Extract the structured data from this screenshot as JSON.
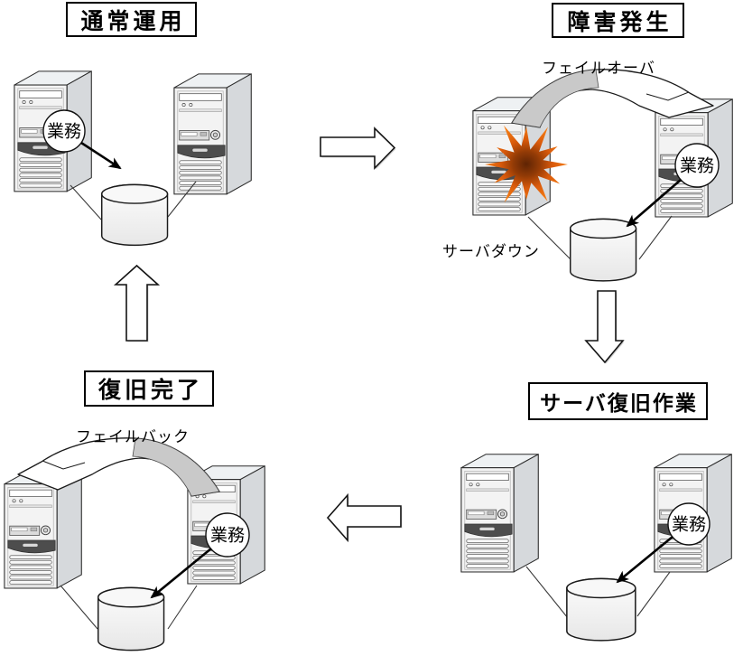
{
  "stage_titles": {
    "normal_operation": "通常運用",
    "failure_occurred": "障害発生",
    "server_recovery": "サーバ復旧作業",
    "recovery_complete": "復旧完了"
  },
  "annotations": {
    "failover": "フェイルオーバ",
    "server_down": "サーバダウン",
    "failback": "フェイルバック"
  },
  "badge": {
    "task": "業務"
  },
  "colors": {
    "outline": "#1a1a1a",
    "server_front": "#f3f3f3",
    "server_side": "#d6d9dc",
    "server_top": "#eef1f3",
    "band_gray": "#c9c9c9",
    "explosion_core": "#5f2404",
    "explosion_edge": "#f57d14",
    "arrow_fill": "#ffffff"
  }
}
